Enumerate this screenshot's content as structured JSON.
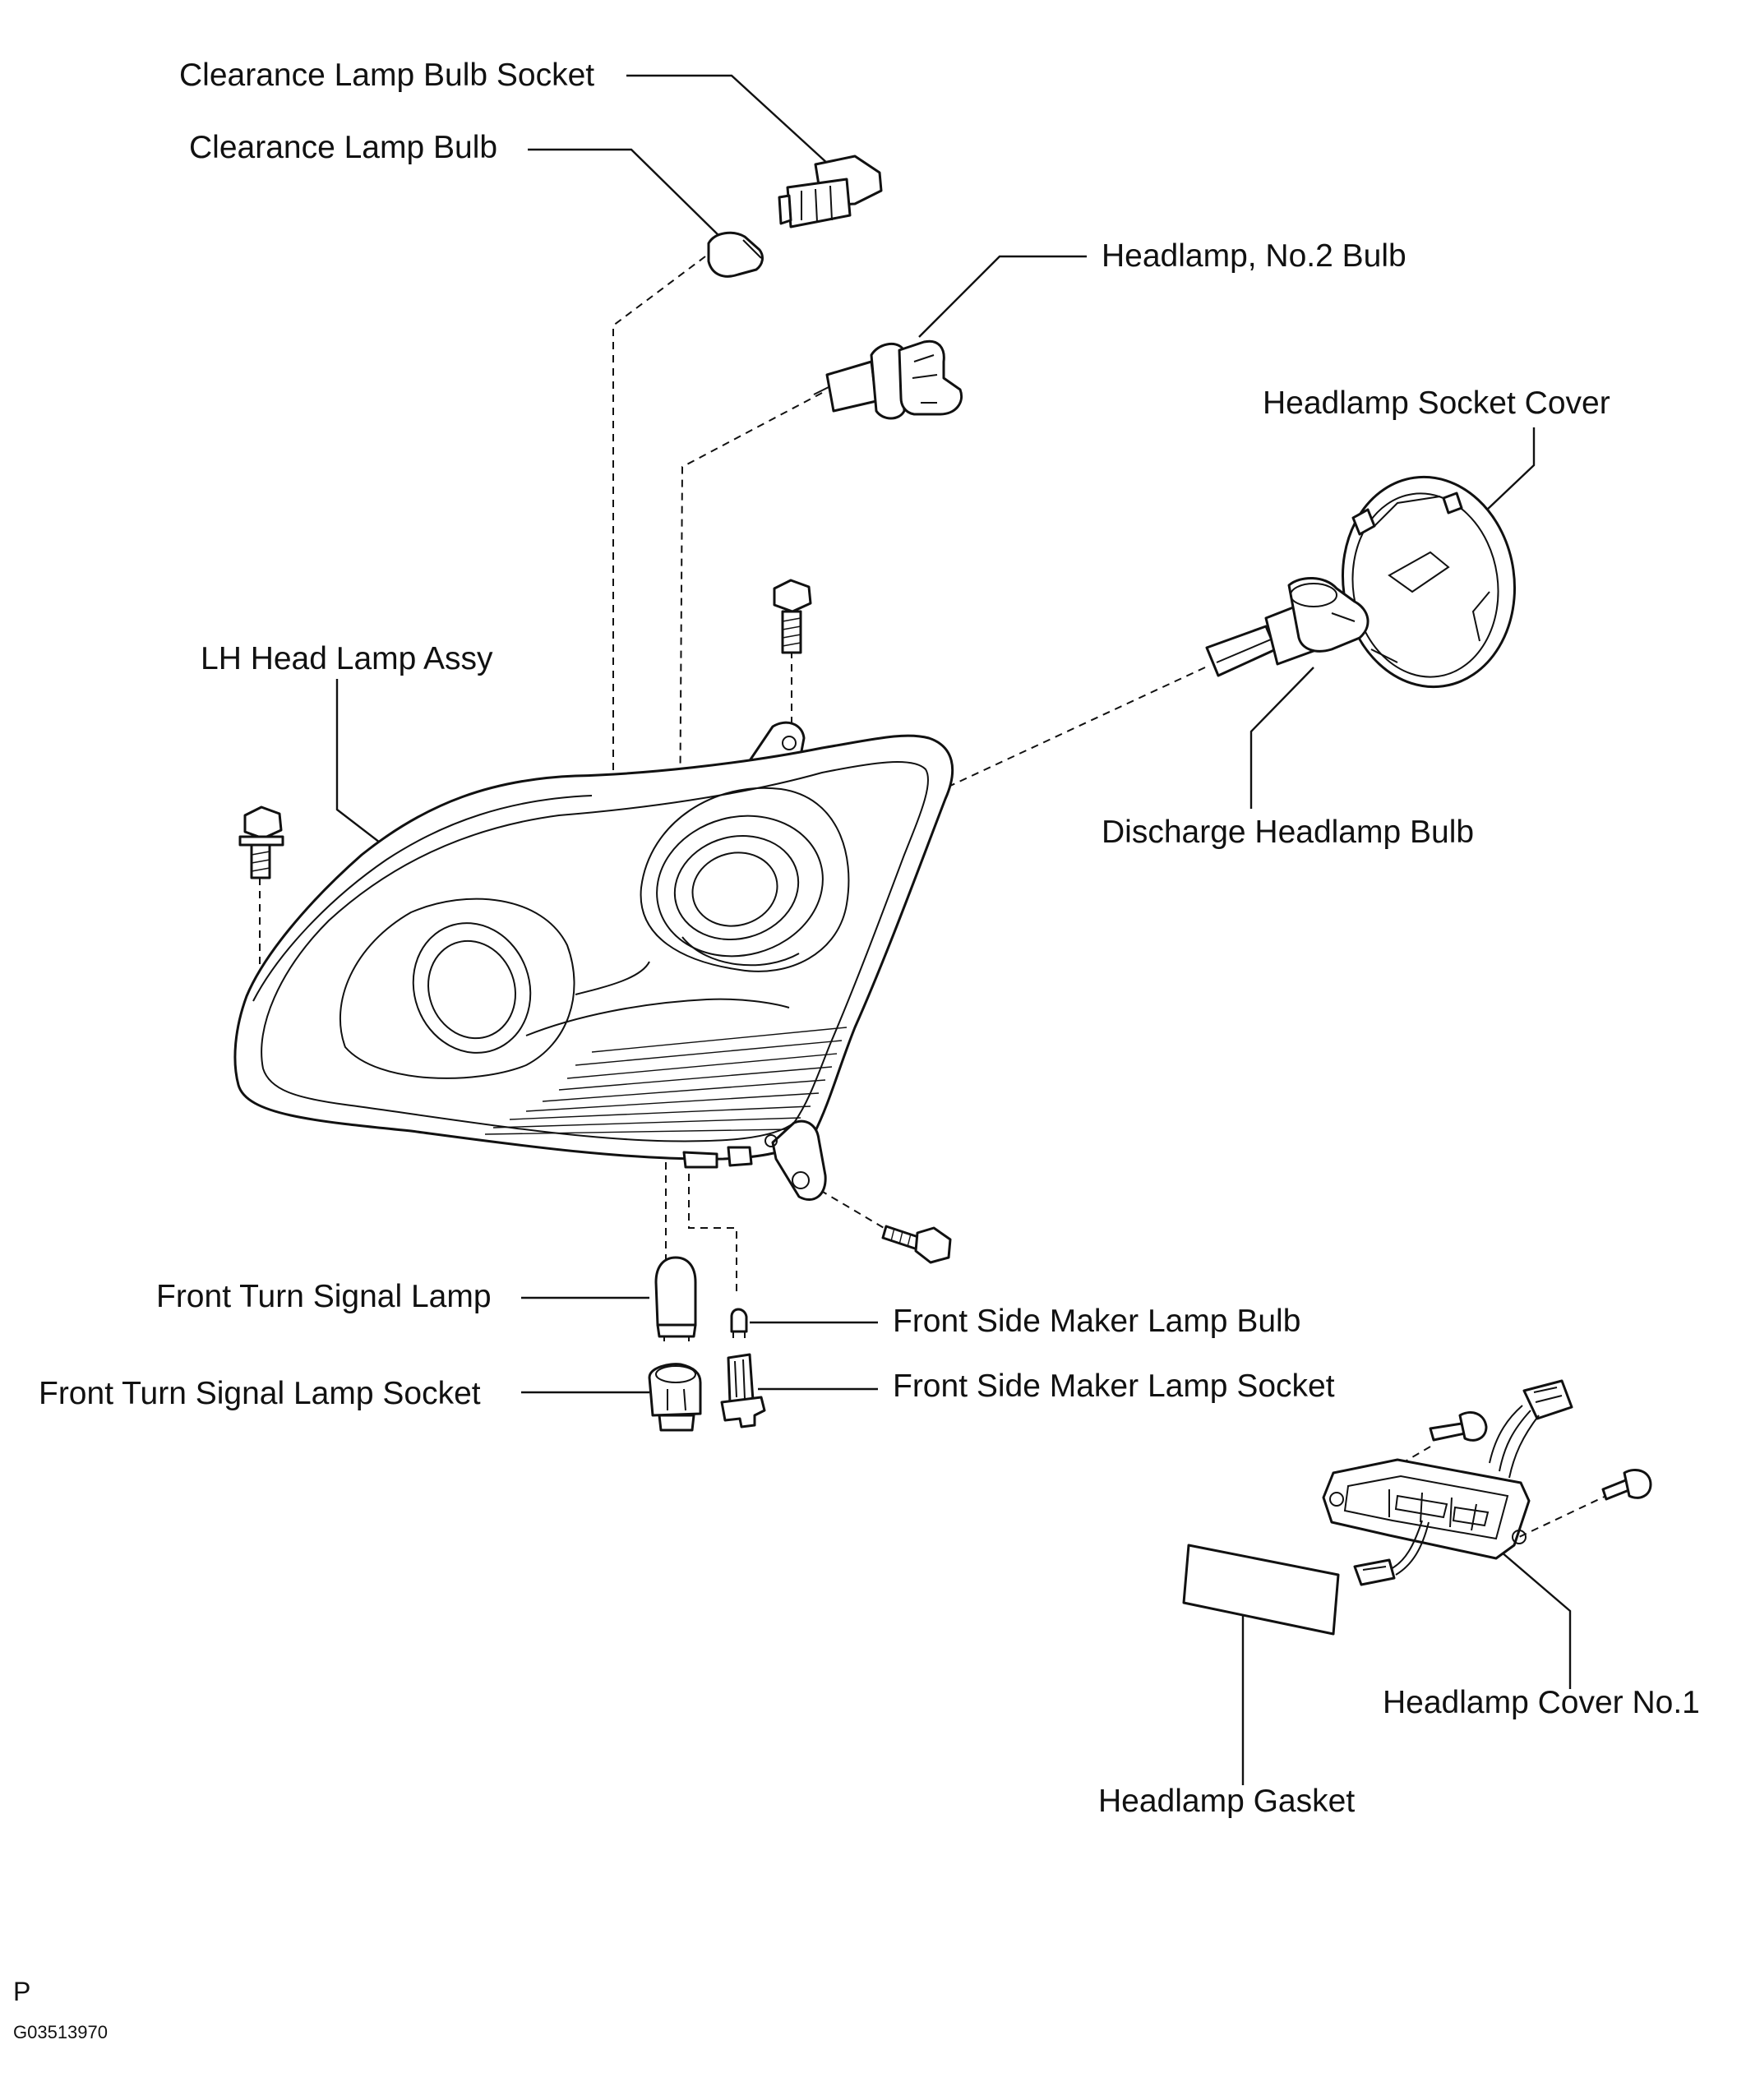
{
  "labels": {
    "clearance_lamp_bulb_socket": "Clearance Lamp Bulb Socket",
    "clearance_lamp_bulb": "Clearance Lamp Bulb",
    "headlamp_no2_bulb": "Headlamp, No.2 Bulb",
    "headlamp_socket_cover": "Headlamp Socket Cover",
    "lh_head_lamp_assy": "LH Head Lamp Assy",
    "discharge_headlamp_bulb": "Discharge Headlamp Bulb",
    "front_turn_signal_lamp": "Front Turn Signal Lamp",
    "front_side_maker_lamp_bulb": "Front Side Maker Lamp Bulb",
    "front_turn_signal_lamp_socket": "Front Turn Signal Lamp Socket",
    "front_side_maker_lamp_socket": "Front Side Maker Lamp Socket",
    "headlamp_cover_no1": "Headlamp Cover No.1",
    "headlamp_gasket": "Headlamp Gasket"
  },
  "footer": {
    "view_code": "P",
    "figure_id": "G03513970"
  }
}
